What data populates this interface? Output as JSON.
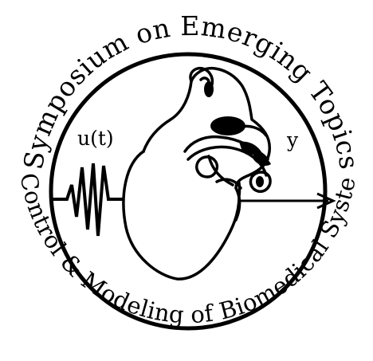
{
  "logo": {
    "top_arc_text": "Symposium on Emerging Topics",
    "bottom_arc_text": "in Control & Modeling of Biomedical Systems",
    "input_label": "u(t)",
    "output_label": "y",
    "colors": {
      "ink": "#000000",
      "background": "#ffffff"
    },
    "icons": [
      "heart-icon",
      "input-signal-waveform",
      "output-arrow"
    ]
  }
}
